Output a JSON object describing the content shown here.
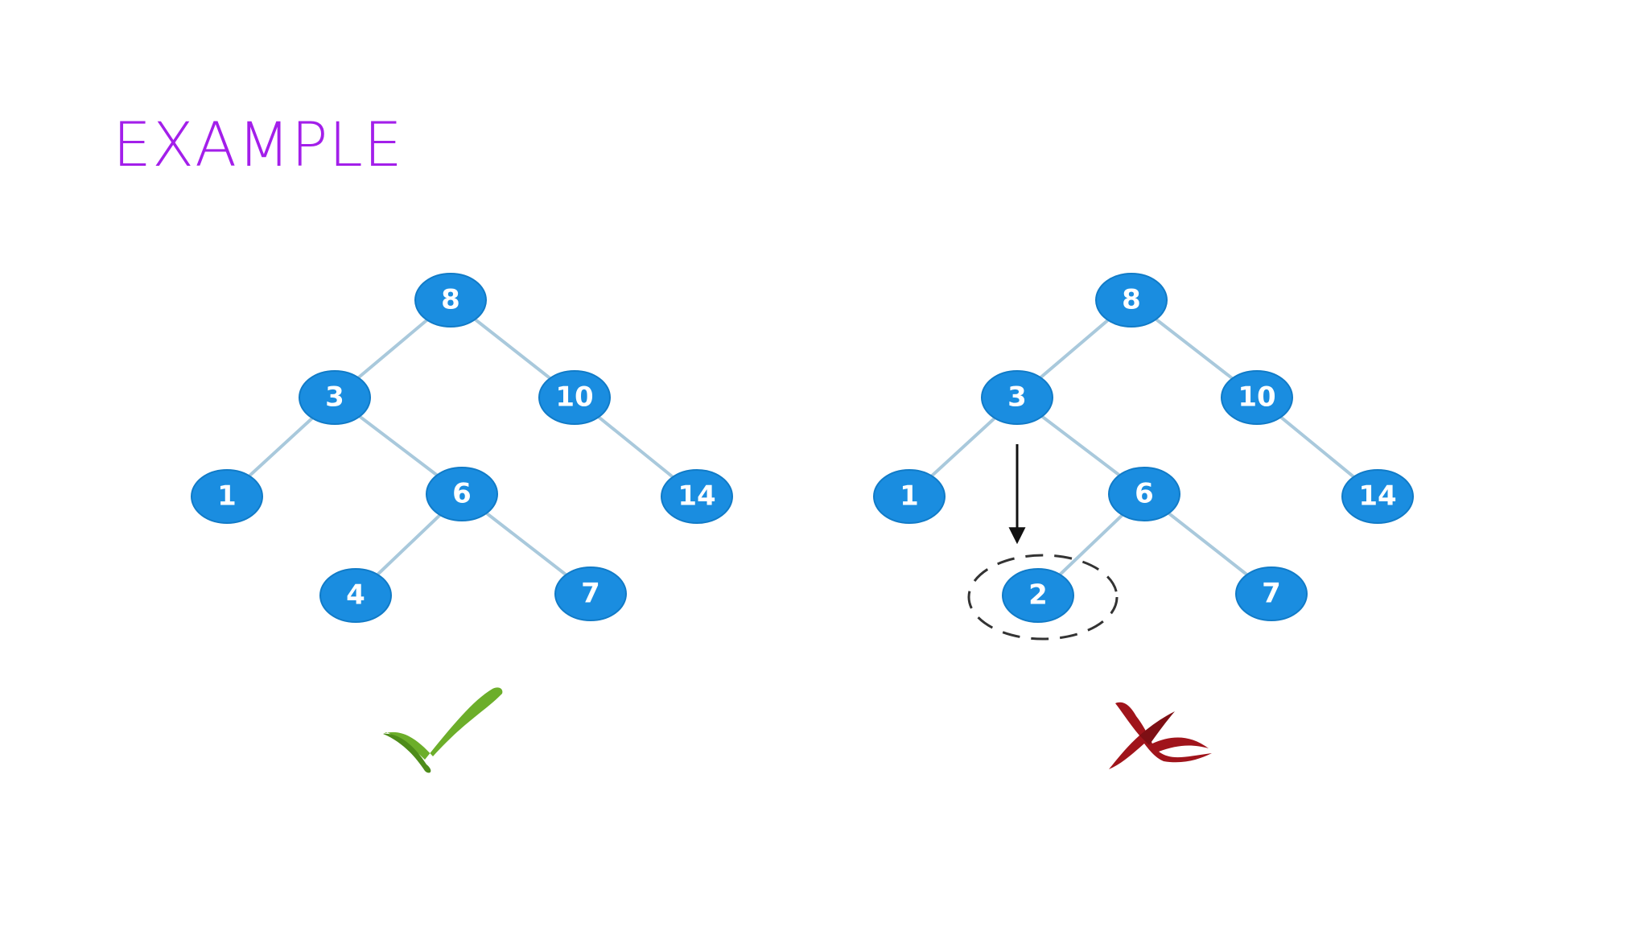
{
  "title": "EXAMPLE",
  "colors": {
    "title": "#a31fea",
    "node_fill": "#1a8de0",
    "node_stroke": "#117bc7",
    "edge": "#a9c9dc",
    "check": "#6cae2a",
    "cross": "#a0141b"
  },
  "trees": [
    {
      "verdict_icon": "checkmark-icon",
      "nodes": [
        {
          "label": "8"
        },
        {
          "label": "3"
        },
        {
          "label": "10"
        },
        {
          "label": "1"
        },
        {
          "label": "6"
        },
        {
          "label": "14"
        },
        {
          "label": "4"
        },
        {
          "label": "7"
        }
      ],
      "edges": [
        [
          0,
          1
        ],
        [
          0,
          2
        ],
        [
          1,
          3
        ],
        [
          1,
          4
        ],
        [
          2,
          5
        ],
        [
          4,
          6
        ],
        [
          4,
          7
        ]
      ]
    },
    {
      "verdict_icon": "cross-icon",
      "highlighted_node": 6,
      "nodes": [
        {
          "label": "8"
        },
        {
          "label": "3"
        },
        {
          "label": "10"
        },
        {
          "label": "1"
        },
        {
          "label": "6"
        },
        {
          "label": "14"
        },
        {
          "label": "2"
        },
        {
          "label": "7"
        }
      ],
      "edges": [
        [
          0,
          1
        ],
        [
          0,
          2
        ],
        [
          1,
          3
        ],
        [
          1,
          4
        ],
        [
          2,
          5
        ],
        [
          4,
          6
        ],
        [
          4,
          7
        ]
      ]
    }
  ]
}
